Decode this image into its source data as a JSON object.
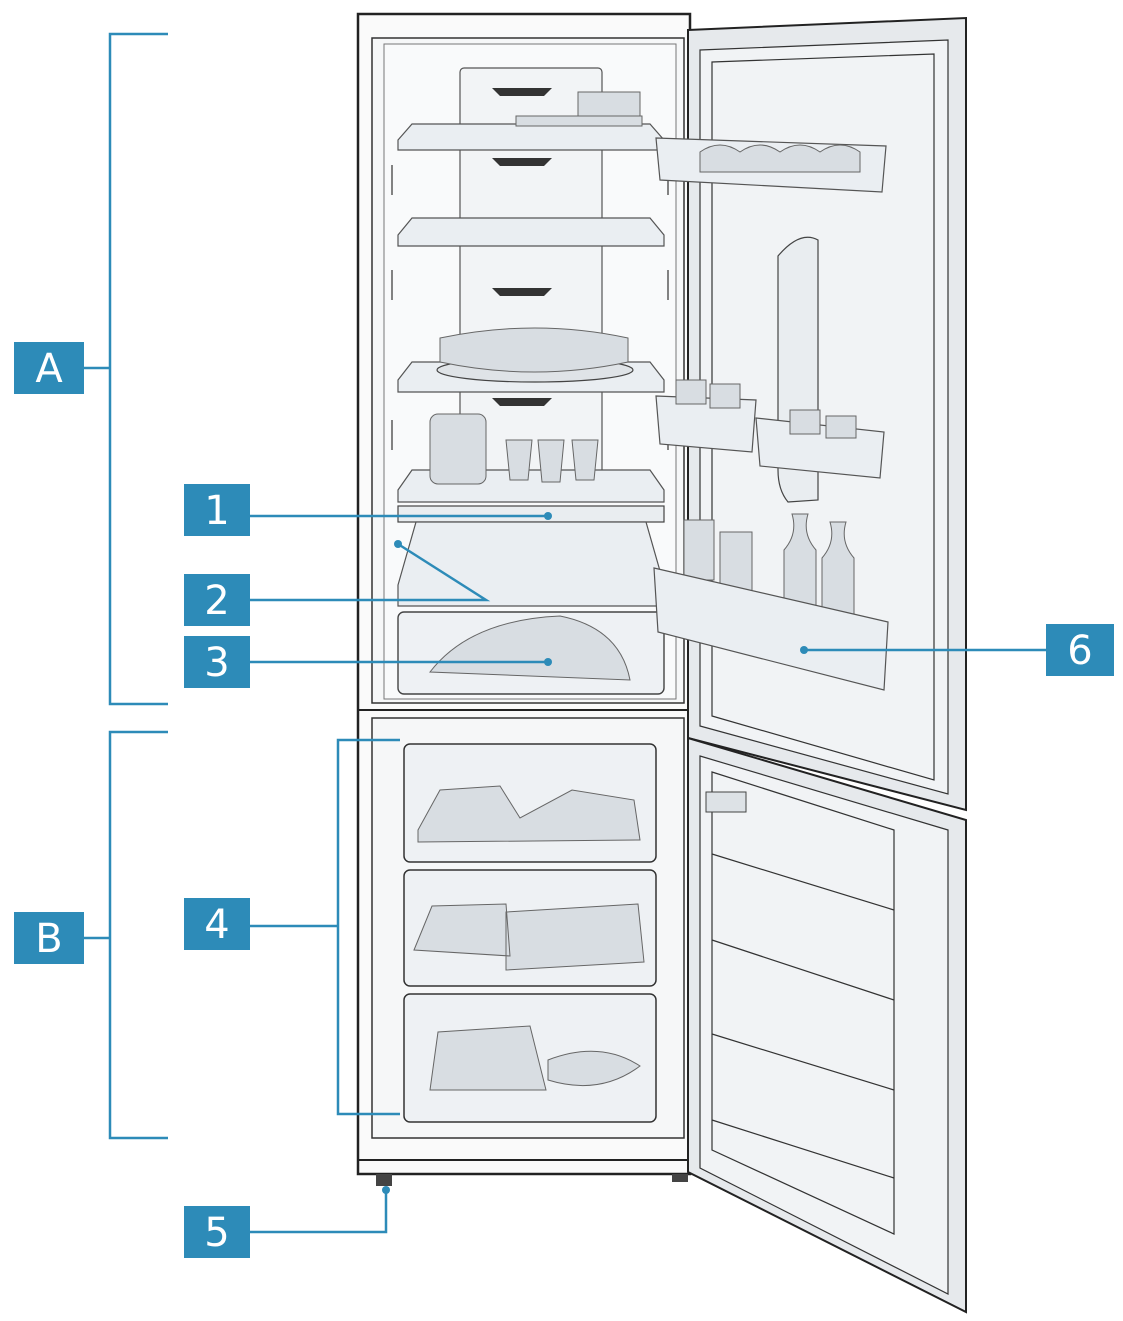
{
  "labels": {
    "section_a": "A",
    "section_b": "B",
    "item_1": "1",
    "item_2": "2",
    "item_3": "3",
    "item_4": "4",
    "item_5": "5",
    "item_6": "6"
  },
  "colors": {
    "badge": "#2d8bb8",
    "leader": "#2d8bb8",
    "line_art": "#222222"
  }
}
